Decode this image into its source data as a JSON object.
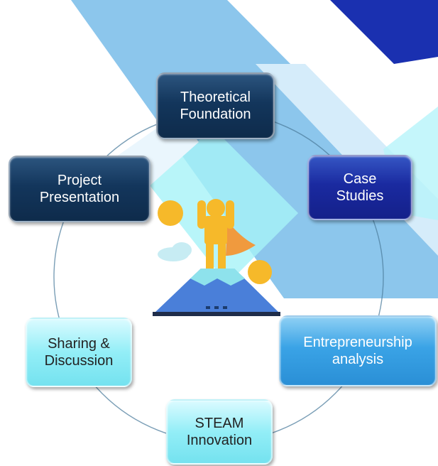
{
  "nodes": {
    "top": [
      "Theoretical",
      "Foundation"
    ],
    "right_upper": [
      "Case",
      "Studies"
    ],
    "right_lower": [
      "Entrepreneurship",
      "analysis"
    ],
    "bottom": [
      "STEAM",
      "Innovation"
    ],
    "left_lower": [
      "Sharing &",
      "Discussion"
    ],
    "left_upper": [
      "Project",
      "Presentation"
    ]
  },
  "icons": {
    "center": "hero-on-mountain-icon"
  },
  "colors": {
    "dark_navy": "#13365c",
    "royal_blue": "#1a2aa0",
    "sky_blue": "#3aa3e6",
    "light_cyan": "#93eef7",
    "figure_yellow": "#f6b92a",
    "cape_orange": "#f09a3e",
    "mountain_blue": "#4a7fd9"
  }
}
